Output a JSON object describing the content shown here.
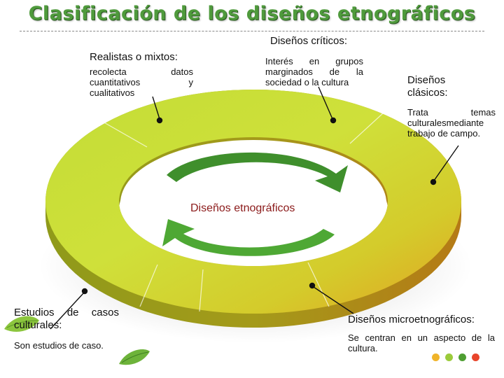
{
  "title": "Clasificación de los diseños etnográficos",
  "center_label": "Diseños etnográficos",
  "items": {
    "criticos": {
      "heading": "Diseños críticos:",
      "lines": [
        "Interés en grupos",
        "marginados de la",
        "sociedad o la cultura"
      ]
    },
    "realistas": {
      "heading": "Realistas o mixtos:",
      "lines": [
        "recolecta datos",
        "cuantitativos y",
        "cualitativos"
      ]
    },
    "clasicos": {
      "heading_lines": [
        "Diseños",
        "clásicos:"
      ],
      "lines": [
        "Trata temas",
        "culturalesmediante",
        "trabajo de campo."
      ]
    },
    "estudios": {
      "heading_lines": [
        "Estudios de casos",
        "culturales:"
      ],
      "text": "Son estudios de caso."
    },
    "micro": {
      "heading": "Diseños microetnográficos:",
      "lines": [
        "Se centran en un aspecto de la",
        "cultura."
      ]
    }
  },
  "colors": {
    "title": "#4f9a3c",
    "ring_light": "#b9d832",
    "ring_mid": "#d2cf2a",
    "ring_dark": "#e0a322",
    "arrow": "#3f8f2c",
    "center_label": "#8b1a1a",
    "dots": [
      "#f0b42a",
      "#9bcb3b",
      "#4e9e32",
      "#e8452b"
    ]
  },
  "icons": [
    "leaf-icon"
  ]
}
